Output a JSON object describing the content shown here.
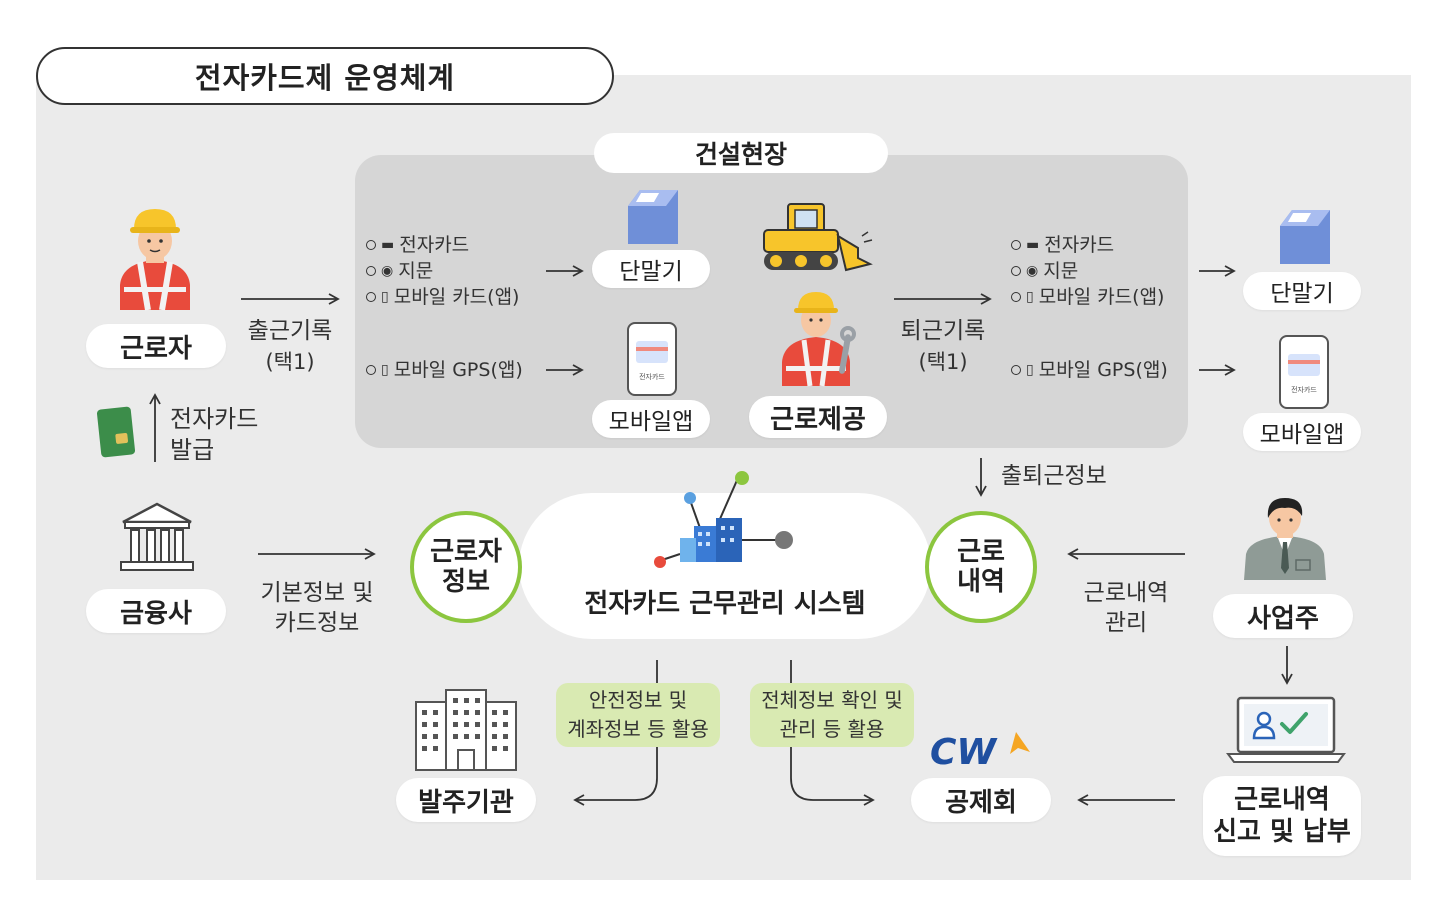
{
  "title": "전자카드제 운영체계",
  "site_label": "건설현장",
  "worker": {
    "label": "근로자"
  },
  "finance": {
    "label": "금융사"
  },
  "card_issue": {
    "line1": "전자카드",
    "line2": "발급"
  },
  "checkin": {
    "line1": "출근기록",
    "line2": "(택1)"
  },
  "checkout": {
    "line1": "퇴근기록",
    "line2": "(택1)"
  },
  "methods_left": {
    "card": "전자카드",
    "finger": "지문",
    "mobile_card": "모바일 카드(앱)",
    "gps": "모바일 GPS(앱)"
  },
  "methods_right": {
    "card": "전자카드",
    "finger": "지문",
    "mobile_card": "모바일 카드(앱)",
    "gps": "모바일 GPS(앱)"
  },
  "terminal_left": "단말기",
  "mobile_app_left": "모바일앱",
  "terminal_right": "단말기",
  "mobile_app_right": "모바일앱",
  "phone_card_text": "전자카드",
  "labor_provide": "근로제공",
  "attendance_info": "출퇴근정보",
  "worker_info": {
    "line1": "근로자",
    "line2": "정보"
  },
  "labor_history": {
    "line1": "근로",
    "line2": "내역"
  },
  "system_label": "전자카드 근무관리 시스템",
  "basic_info": {
    "line1": "기본정보 및",
    "line2": "카드정보"
  },
  "history_mgmt": {
    "line1": "근로내역",
    "line2": "관리"
  },
  "employer": "사업주",
  "safety_note": {
    "line1": "안전정보 및",
    "line2": "계좌정보 등 활용"
  },
  "total_note": {
    "line1": "전체정보 확인 및",
    "line2": "관리 등 활용"
  },
  "client_org": "발주기관",
  "cw_logo": "CW",
  "mutual_aid": "공제회",
  "report": {
    "line1": "근로내역",
    "line2": "신고 및 납부"
  },
  "colors": {
    "accent_green": "#8cc63f",
    "note_green": "#d9eab2",
    "panel_gray": "#d6d6d6",
    "background_gray": "#ebebeb",
    "cw_blue": "#1f4fa0",
    "cw_orange": "#f5a623"
  }
}
